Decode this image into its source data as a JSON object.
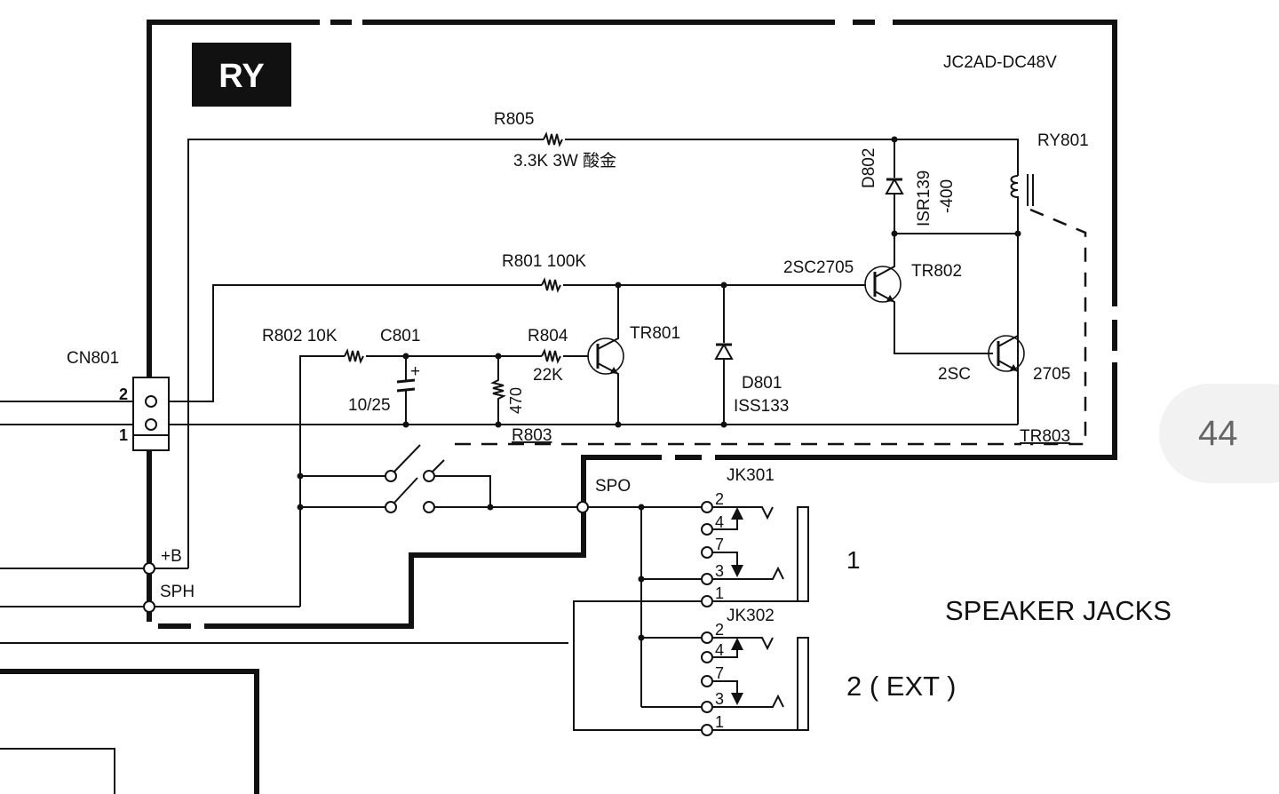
{
  "diagram": {
    "block_label": "RY",
    "relay_model": "JC2AD-DC48V",
    "components": {
      "r805": {
        "ref": "R805",
        "value": "3.3K 3W 酸金"
      },
      "ry801": {
        "ref": "RY801"
      },
      "d802": {
        "ref": "D802",
        "part": "ISR139",
        "part2": "-400"
      },
      "r801": {
        "ref": "R801 100K"
      },
      "tr802": {
        "ref": "TR802",
        "part": "2SC2705"
      },
      "r802": {
        "ref": "R802  10K"
      },
      "c801": {
        "ref": "C801",
        "value": "10/25",
        "polarity": "+"
      },
      "r804": {
        "ref": "R804",
        "value": "22K"
      },
      "r803": {
        "ref": "R803",
        "value": "470"
      },
      "tr801": {
        "ref": "TR801"
      },
      "d801": {
        "ref": "D801",
        "part": "ISS133"
      },
      "tr803": {
        "ref": "TR803",
        "part_a": "2SC",
        "part_b": "2705"
      },
      "cn801": {
        "ref": "CN801",
        "pin2": "2",
        "pin1": "1"
      },
      "nets": {
        "b_plus": "+B",
        "sph": "SPH",
        "spo": "SPO"
      },
      "jk301": {
        "ref": "JK301",
        "pins": [
          "2",
          "4",
          "7",
          "3",
          "1"
        ]
      },
      "jk302": {
        "ref": "JK302",
        "pins": [
          "2",
          "4",
          "7",
          "3",
          "1"
        ]
      }
    },
    "jack_labels": {
      "jack1": "1",
      "jack2": "2 ( EXT )",
      "title": "SPEAKER JACKS"
    }
  },
  "page_indicator": {
    "page": "44"
  }
}
